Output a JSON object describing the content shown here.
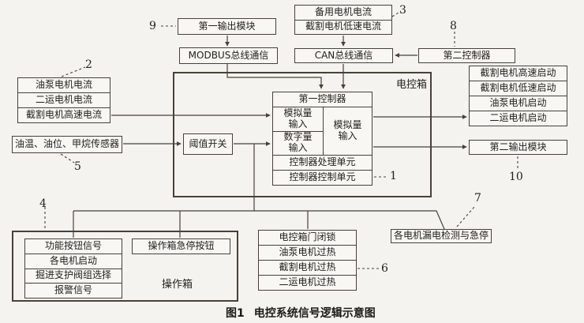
{
  "colors": {
    "background": "#f4f3ef",
    "line": "#45423a",
    "text": "#24221e",
    "box_fill": "#f8f7f3"
  },
  "caption": {
    "figure_no": "图1",
    "title": "电控系统信号逻辑示意图"
  },
  "cabinet": {
    "label": "电控箱"
  },
  "operator": {
    "label": "操作箱"
  },
  "boxes": {
    "first_output_module": "第一输出模块",
    "modbus_bus": "MODBUS总线通信",
    "backup_stack": [
      "备用电机电流",
      "截割电机低速电流"
    ],
    "can_bus": "CAN总线通信",
    "second_controller": "第二控制器",
    "current_stack": [
      "油泵电机电流",
      "二运电机电流",
      "截割电机高速电流"
    ],
    "sensor_box": "油温、油位、甲烷传感器",
    "threshold_switch": "阈值开关",
    "controller": {
      "title": "第一控制器",
      "analog_input": "模拟量输入",
      "digital_input": "数字量输入",
      "analog_input_right": "模拟量输入",
      "processing_unit": "控制器处理单元",
      "control_unit": "控制器控制单元"
    },
    "startup_stack": [
      "截割电机高速启动",
      "截割电机低速启动",
      "油泵电机启动",
      "二运电机启动"
    ],
    "second_output_module": "第二输出模块",
    "operator_stack": [
      "功能按钮信号",
      "各电机启动",
      "掘进支护阀组选择",
      "报警信号"
    ],
    "estop_button": "操作箱急停按钮",
    "status_stack": [
      "电控箱门闭锁",
      "油泵电机过热",
      "截割电机过热",
      "二运电机过热"
    ],
    "leakage_box": "各电机漏电检测与急停"
  },
  "callouts": {
    "c1": "1",
    "c2": "2",
    "c3": "3",
    "c4": "4",
    "c5": "5",
    "c6": "6",
    "c7": "7",
    "c8": "8",
    "c9": "9",
    "c10": "10"
  }
}
